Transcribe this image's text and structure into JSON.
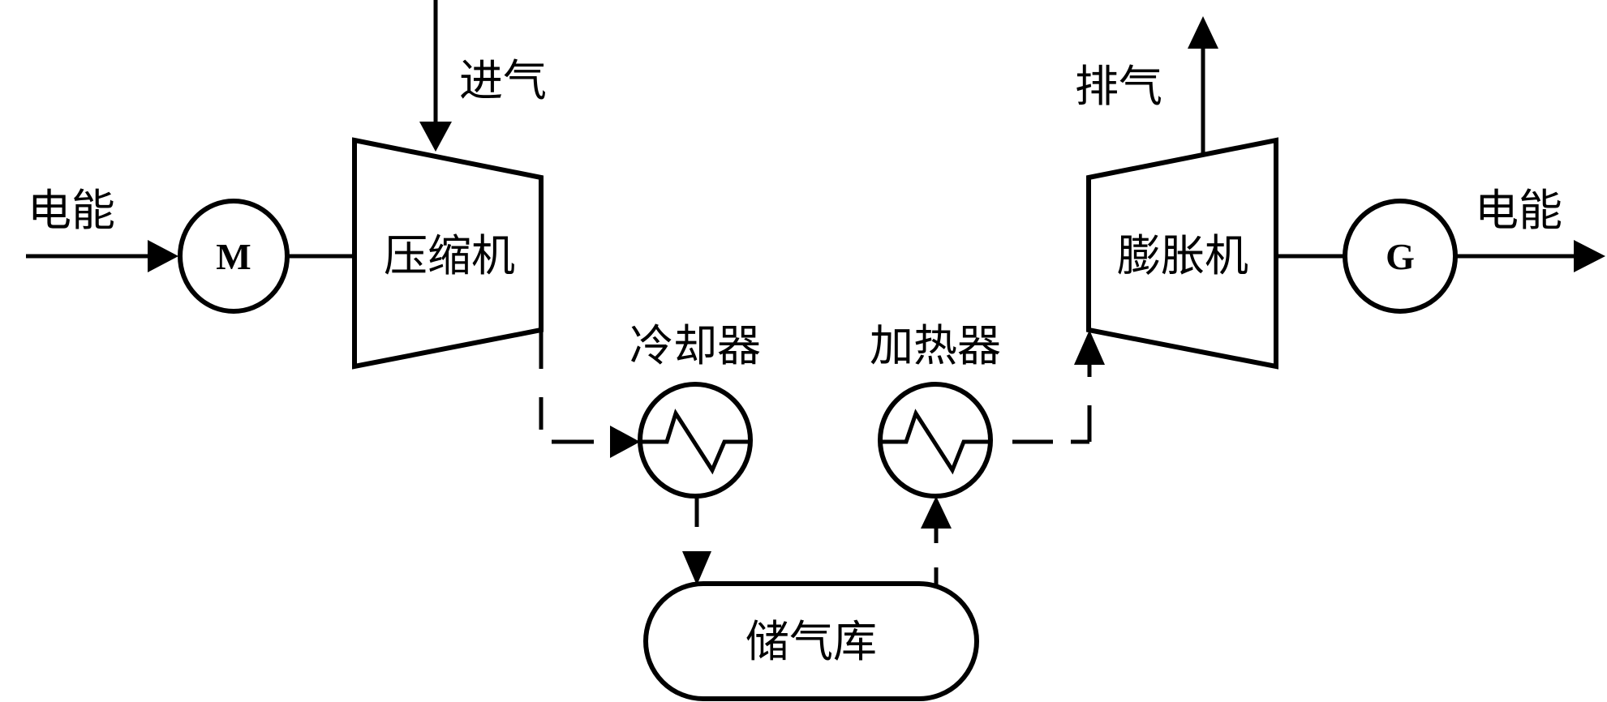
{
  "diagram": {
    "type": "process-flow",
    "title": "",
    "components": {
      "motor": {
        "symbol": "M"
      },
      "generator": {
        "symbol": "G"
      },
      "compressor": {
        "label": "压缩机"
      },
      "expander": {
        "label": "膨胀机"
      },
      "cooler": {
        "label": "冷却器"
      },
      "heater": {
        "label": "加热器"
      },
      "storage": {
        "label": "储气库"
      }
    },
    "flows": {
      "intake": {
        "label": "进气"
      },
      "exhaust": {
        "label": "排气"
      },
      "power_in": {
        "label": "电能"
      },
      "power_out": {
        "label": "电能"
      }
    },
    "connections": [
      {
        "from": "power_in",
        "to": "motor",
        "style": "solid"
      },
      {
        "from": "motor",
        "to": "compressor",
        "style": "solid"
      },
      {
        "from": "intake",
        "to": "compressor",
        "style": "solid"
      },
      {
        "from": "compressor",
        "to": "cooler",
        "style": "dashed"
      },
      {
        "from": "cooler",
        "to": "storage",
        "style": "dashed"
      },
      {
        "from": "storage",
        "to": "heater",
        "style": "dashed"
      },
      {
        "from": "heater",
        "to": "expander",
        "style": "dashed"
      },
      {
        "from": "expander",
        "to": "exhaust",
        "style": "solid"
      },
      {
        "from": "expander",
        "to": "generator",
        "style": "solid"
      },
      {
        "from": "generator",
        "to": "power_out",
        "style": "solid"
      }
    ]
  }
}
